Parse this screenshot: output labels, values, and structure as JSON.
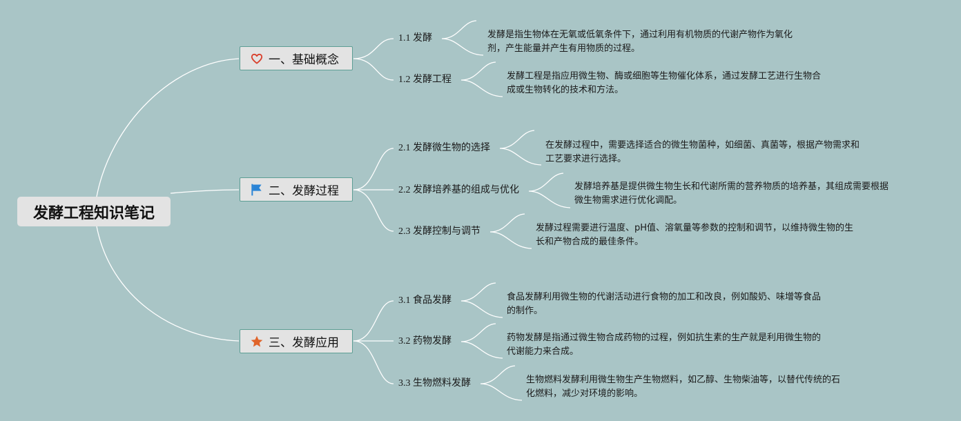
{
  "title": "发酵工程知识笔记",
  "branches": [
    {
      "label": "一、基础概念",
      "icon": "heart-icon",
      "icon_color": "#d9412e",
      "topics": [
        {
          "label": "1.1 发酵",
          "desc_lines": [
            "发酵是指生物体在无氧或低氧条件下，通过利用有机物质的代谢产物作为氧化",
            "剂，产生能量并产生有用物质的过程。"
          ]
        },
        {
          "label": "1.2 发酵工程",
          "desc_lines": [
            "发酵工程是指应用微生物、酶或细胞等生物催化体系，通过发酵工艺进行生物合",
            "成或生物转化的技术和方法。"
          ]
        }
      ]
    },
    {
      "label": "二、发酵过程",
      "icon": "flag-icon",
      "icon_color": "#2a84d6",
      "topics": [
        {
          "label": "2.1 发酵微生物的选择",
          "desc_lines": [
            "在发酵过程中，需要选择适合的微生物菌种，如细菌、真菌等，根据产物需求和",
            "工艺要求进行选择。"
          ]
        },
        {
          "label": "2.2 发酵培养基的组成与优化",
          "desc_lines": [
            "发酵培养基是提供微生物生长和代谢所需的营养物质的培养基，其组成需要根据",
            "微生物需求进行优化调配。"
          ]
        },
        {
          "label": "2.3 发酵控制与调节",
          "desc_lines": [
            "发酵过程需要进行温度、pH值、溶氧量等参数的控制和调节，以维持微生物的生",
            "长和产物合成的最佳条件。"
          ]
        }
      ]
    },
    {
      "label": "三、发酵应用",
      "icon": "star-icon",
      "icon_color": "#e0642a",
      "topics": [
        {
          "label": "3.1 食品发酵",
          "desc_lines": [
            "食品发酵利用微生物的代谢活动进行食物的加工和改良，例如酸奶、味增等食品",
            "的制作。"
          ]
        },
        {
          "label": "3.2 药物发酵",
          "desc_lines": [
            "药物发酵是指通过微生物合成药物的过程，例如抗生素的生产就是利用微生物的",
            "代谢能力来合成。"
          ]
        },
        {
          "label": "3.3 生物燃料发酵",
          "desc_lines": [
            "生物燃料发酵利用微生物生产生物燃料，如乙醇、生物柴油等，以替代传统的石",
            "化燃料，减少对环境的影响。"
          ]
        }
      ]
    }
  ]
}
